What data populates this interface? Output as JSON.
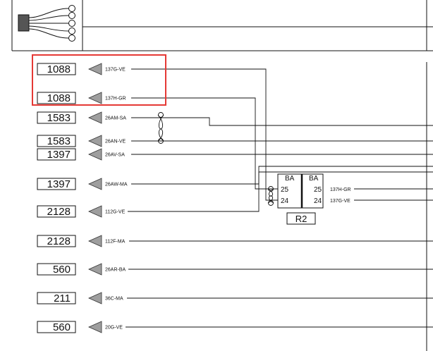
{
  "connectors": [
    {
      "ref": "1088",
      "wire": "137G-VE"
    },
    {
      "ref": "1088",
      "wire": "137H-GR"
    },
    {
      "ref": "1583",
      "wire": "26AM-SA"
    },
    {
      "ref": "1583",
      "wire": "26AN-VE"
    },
    {
      "ref": "1397",
      "wire": "26AV-SA"
    },
    {
      "ref": "1397",
      "wire": "26AW-MA"
    },
    {
      "ref": "2128",
      "wire": "112G-VE"
    },
    {
      "ref": "2128",
      "wire": "112F-MA"
    },
    {
      "ref": "560",
      "wire": "26AR-BA"
    },
    {
      "ref": "211",
      "wire": "36C-MA"
    },
    {
      "ref": "560",
      "wire": "20G-VE"
    }
  ],
  "relay": {
    "name": "R2",
    "left_top": "BA",
    "right_top": "BA",
    "left_pins": [
      "25",
      "24"
    ],
    "right_pins": [
      "25",
      "24"
    ],
    "right_wires": [
      "137H-GR",
      "137G-VE"
    ]
  },
  "highlight_color": "#e53935"
}
